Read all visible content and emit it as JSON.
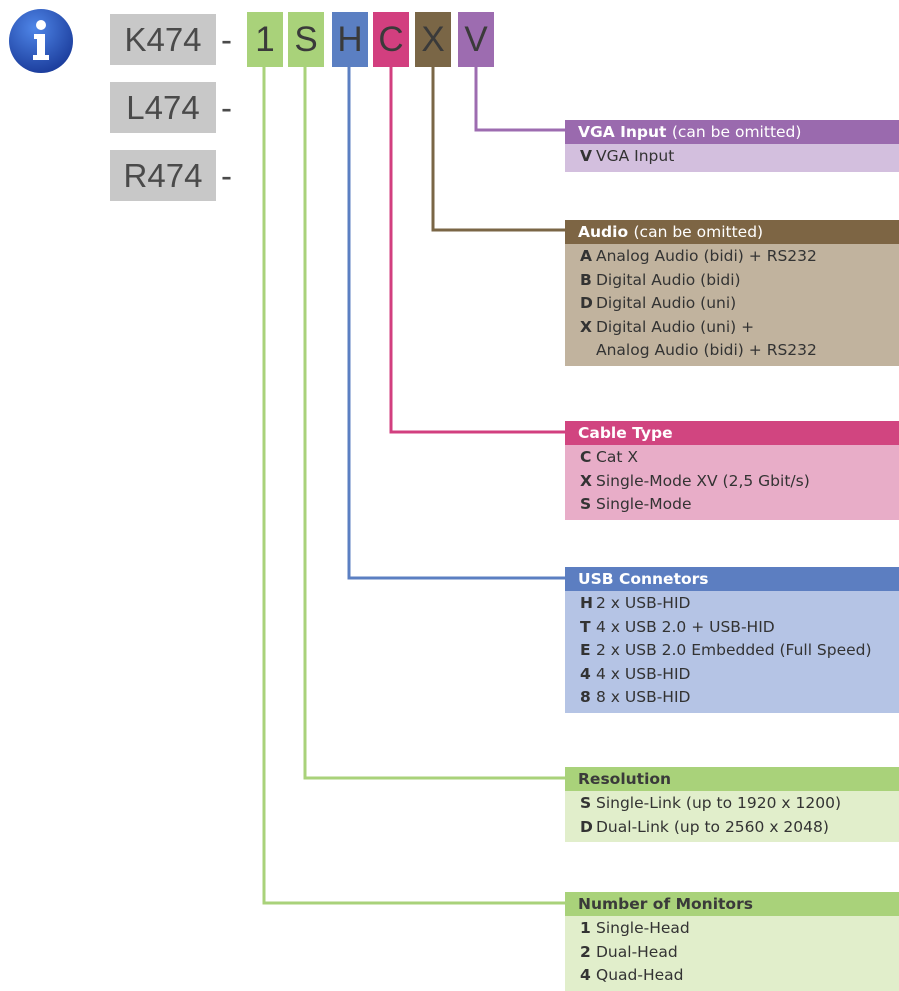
{
  "info_icon": "info-icon",
  "prefixes": [
    "K474",
    "L474",
    "R474"
  ],
  "dash": "-",
  "code_letters": [
    {
      "letter": "1",
      "color": "#a9d27a"
    },
    {
      "letter": "S",
      "color": "#a9d27a"
    },
    {
      "letter": "H",
      "color": "#5b7fc2"
    },
    {
      "letter": "C",
      "color": "#d23f7f"
    },
    {
      "letter": "X",
      "color": "#7a6646"
    },
    {
      "letter": "V",
      "color": "#9d6cb0"
    }
  ],
  "panels": {
    "vga": {
      "title": "VGA Input",
      "note": "(can be omitted)",
      "header_color": "#9a6aae",
      "body_color": "#d3bfde",
      "items": [
        {
          "code": "V",
          "label": "VGA Input"
        }
      ]
    },
    "audio": {
      "title": "Audio",
      "note": "(can be omitted)",
      "header_color": "#7d6544",
      "body_color": "#c1b39e",
      "items": [
        {
          "code": "A",
          "label": "Analog Audio (bidi) + RS232"
        },
        {
          "code": "B",
          "label": "Digital Audio (bidi)"
        },
        {
          "code": "D",
          "label": "Digital Audio (uni)"
        },
        {
          "code": "X",
          "label": "Digital Audio (uni) +"
        },
        {
          "code": "",
          "label": "Analog Audio (bidi) + RS232"
        }
      ]
    },
    "cable": {
      "title": "Cable Type",
      "note": "",
      "header_color": "#d14580",
      "body_color": "#e8adc8",
      "items": [
        {
          "code": "C",
          "label": "Cat X"
        },
        {
          "code": "X",
          "label": "Single-Mode XV (2,5 Gbit/s)"
        },
        {
          "code": "S",
          "label": "Single-Mode"
        }
      ]
    },
    "usb": {
      "title": "USB Connetors",
      "note": "",
      "header_color": "#5c7ec1",
      "body_color": "#b5c4e5",
      "items": [
        {
          "code": "H",
          "label": "2 x USB-HID"
        },
        {
          "code": "T",
          "label": "4 x USB 2.0 + USB-HID"
        },
        {
          "code": "E",
          "label": "2 x USB 2.0 Embedded (Full Speed)"
        },
        {
          "code": "4",
          "label": "4 x USB-HID"
        },
        {
          "code": "8",
          "label": "8 x USB-HID"
        }
      ]
    },
    "resolution": {
      "title": "Resolution",
      "note": "",
      "header_color": "#a9d27a",
      "body_color": "#e1eecb",
      "items": [
        {
          "code": "S",
          "label": "Single-Link (up to 1920 x 1200)"
        },
        {
          "code": "D",
          "label": "Dual-Link (up to 2560 x 2048)"
        }
      ]
    },
    "monitors": {
      "title": "Number of Monitors",
      "note": "",
      "header_color": "#a9d27a",
      "body_color": "#e1eecb",
      "items": [
        {
          "code": "1",
          "label": "Single-Head"
        },
        {
          "code": "2",
          "label": "Dual-Head"
        },
        {
          "code": "4",
          "label": "Quad-Head"
        }
      ]
    }
  }
}
